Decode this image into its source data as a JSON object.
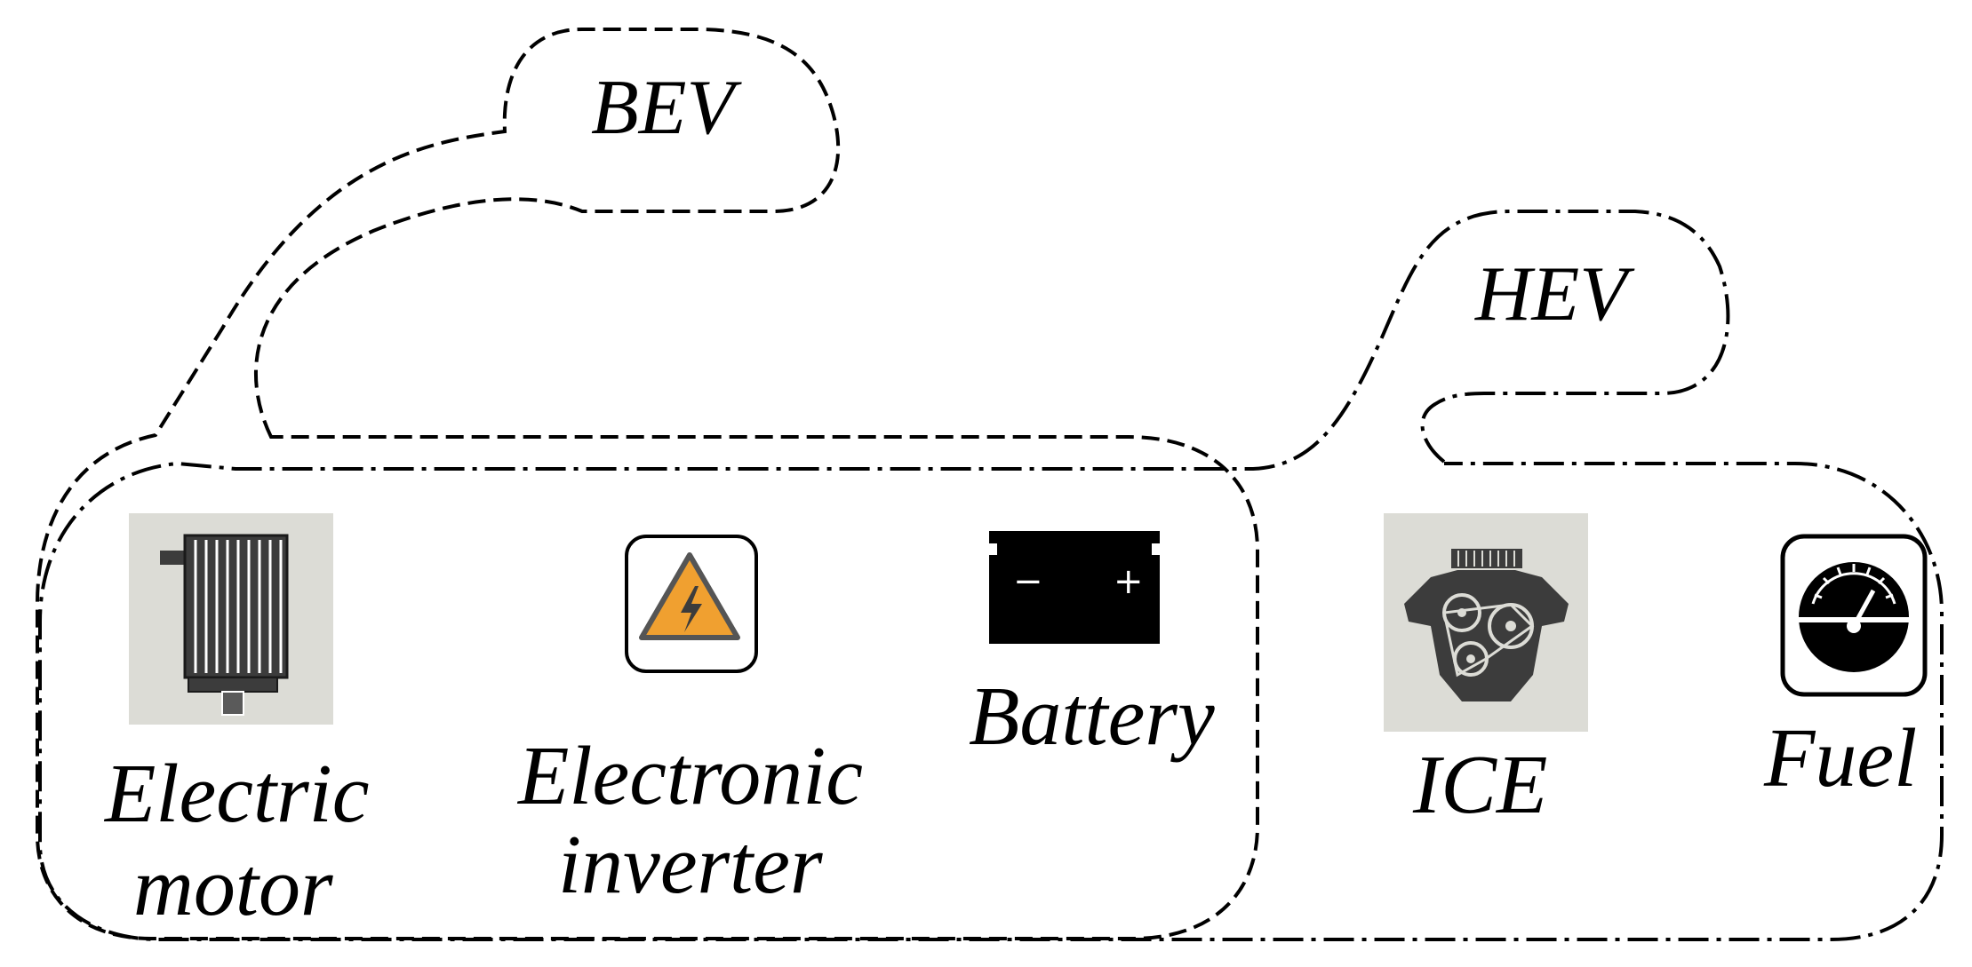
{
  "groups": {
    "bev": {
      "label": "BEV"
    },
    "hev": {
      "label": "HEV"
    }
  },
  "components": {
    "electric_motor": {
      "line1": "Electric",
      "line2": "motor",
      "icon": "electric-motor-icon"
    },
    "electronic_inverter": {
      "line1": "Electronic",
      "line2": "inverter",
      "icon": "high-voltage-warning-icon"
    },
    "battery": {
      "label": "Battery",
      "icon": "battery-icon",
      "minus": "−",
      "plus": "+"
    },
    "ice": {
      "label": "ICE",
      "icon": "engine-icon"
    },
    "fuel": {
      "label": "Fuel",
      "icon": "fuel-gauge-icon"
    }
  },
  "colors": {
    "warning_orange": "#F0A030",
    "icon_bg_gray": "#DCDCD6",
    "icon_dark": "#3C3C3C"
  }
}
